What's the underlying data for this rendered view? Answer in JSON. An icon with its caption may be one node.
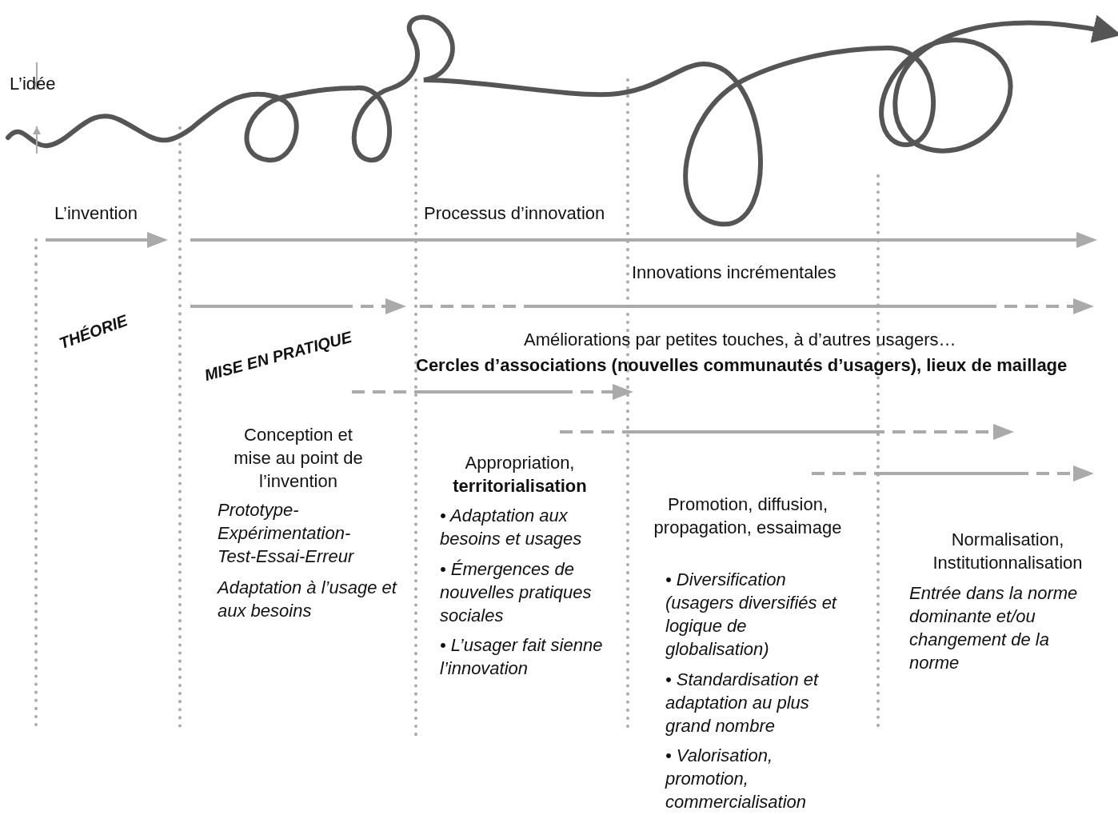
{
  "diagram": {
    "labels": [
      "L’idée",
      "L’invention",
      "Processus d’innovation",
      "Innovations incrémentales",
      "THÉORIE",
      "Améliorations par petites touches, à d’autres usagers…",
      "Cercles d’associations (nouvelles communautés d’usagers), lieux de maillage",
      "MISE EN PRATIQUE",
      "Conception et mise au point de l’invention",
      "Prototype-Expérimentation-Test-Essai-Erreur",
      "Adaptation à l’usage et aux besoins",
      "Appropriation, **territorialisation**",
      "• Adaptation aux besoins et usages",
      "• Émergences de nouvelles pratiques sociales",
      "• L’usager fait sienne l’innovation",
      "Promotion, diffusion, propagation, essaimage",
      "• Diversification (usagers diversifiés et logique de globalisation)",
      "• Standardisation et adaptation au plus grand nombre",
      "• Valorisation, promotion, commercialisation",
      "Normalisation, Institutionnalisation",
      "Entrée dans la norme dominante et/ou changement de la norme"
    ]
  }
}
